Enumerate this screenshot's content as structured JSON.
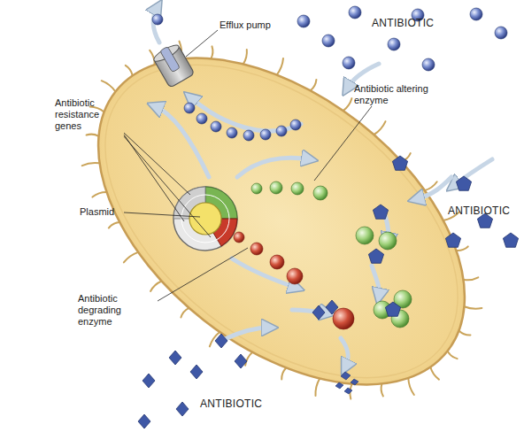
{
  "diagram": {
    "labels": [
      "Efflux pump",
      "Antibiotic resistance genes",
      "Plasmid",
      "Antibiotic altering enzyme",
      "Antibiotic degrading enzyme",
      "ANTIBIOTIC",
      "ANTIBIOTIC",
      "ANTIBIOTIC"
    ]
  }
}
